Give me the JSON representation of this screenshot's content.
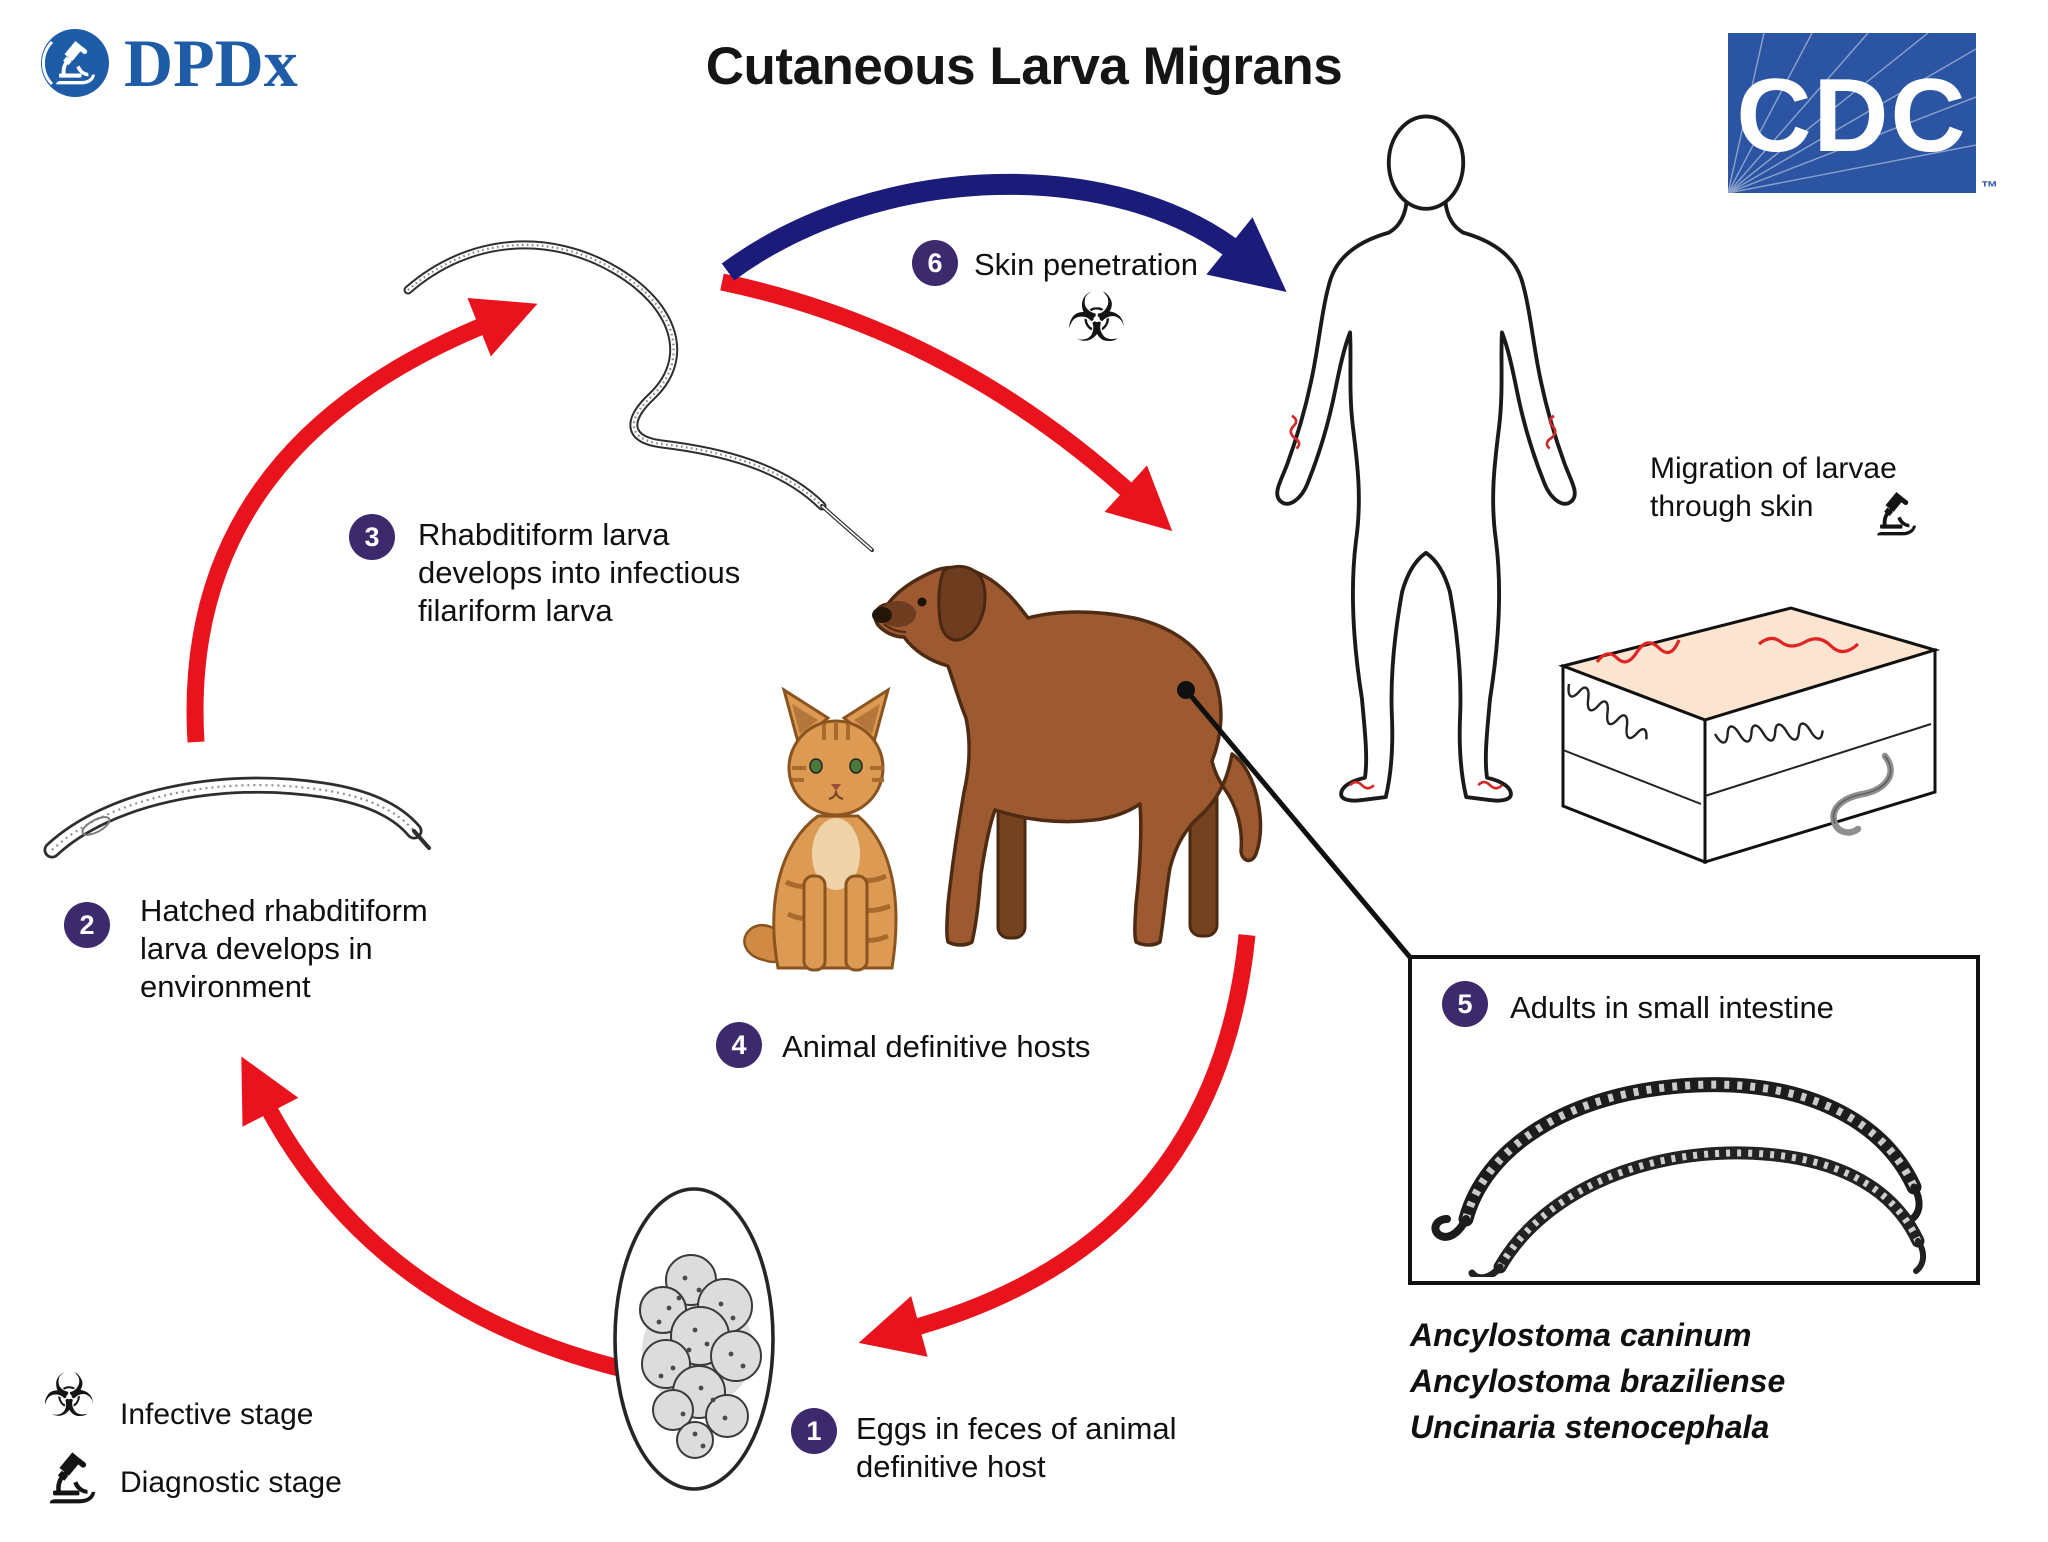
{
  "title": "Cutaneous Larva Migrans",
  "logos": {
    "dpdx": "DPDx",
    "cdc": "CDC",
    "tm": "™"
  },
  "steps": [
    {
      "num": "1",
      "label": "Eggs in feces of animal definitive host"
    },
    {
      "num": "2",
      "label": "Hatched rhabditiform larva develops in environment"
    },
    {
      "num": "3",
      "label": "Rhabditiform larva develops into infectious filariform larva"
    },
    {
      "num": "4",
      "label": "Animal definitive hosts"
    },
    {
      "num": "5",
      "label": "Adults in small intestine"
    },
    {
      "num": "6",
      "label": "Skin penetration"
    }
  ],
  "annotations": {
    "migration_label": "Migration of larvae through skin"
  },
  "species": [
    "Ancylostoma caninum",
    "Ancylostoma braziliense",
    "Uncinaria stenocephala"
  ],
  "legend": {
    "infective": "Infective stage",
    "diagnostic": "Diagnostic stage"
  },
  "icons": {
    "biohazard_glyph": "☣"
  },
  "colors": {
    "arrow_red": "#e8131c",
    "arrow_blue": "#1b1b7a",
    "badge_purple": "#3d2a6d",
    "cdc_blue": "#2b55a3",
    "dpdx_blue": "#1e5ca8",
    "dog_brown": "#9d5a31",
    "cat_orange": "#dc9a52",
    "skin_surface": "#fbe4d0"
  }
}
